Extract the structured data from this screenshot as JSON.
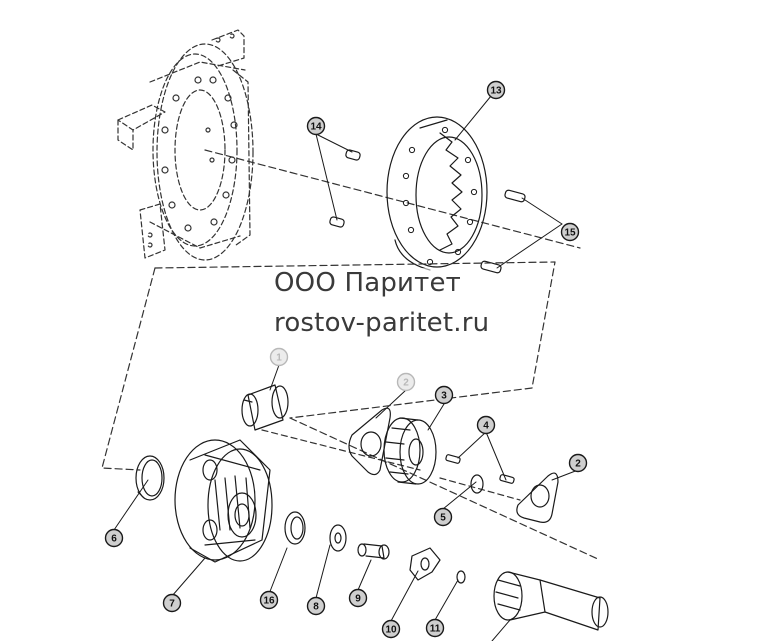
{
  "watermark": {
    "company": "ООО Паритет",
    "site": "rostov-paritet.ru"
  },
  "callouts": [
    {
      "id": "c1",
      "label": "1",
      "faded": true
    },
    {
      "id": "c2a",
      "label": "2",
      "faded": true
    },
    {
      "id": "c2b",
      "label": "2",
      "faded": false
    },
    {
      "id": "c3",
      "label": "3",
      "faded": false
    },
    {
      "id": "c4",
      "label": "4",
      "faded": false
    },
    {
      "id": "c5",
      "label": "5",
      "faded": false
    },
    {
      "id": "c6",
      "label": "6",
      "faded": false
    },
    {
      "id": "c7",
      "label": "7",
      "faded": false
    },
    {
      "id": "c8",
      "label": "8",
      "faded": false
    },
    {
      "id": "c9",
      "label": "9",
      "faded": false
    },
    {
      "id": "c10",
      "label": "10",
      "faded": false
    },
    {
      "id": "c11",
      "label": "11",
      "faded": false
    },
    {
      "id": "c13",
      "label": "13",
      "faded": false
    },
    {
      "id": "c14",
      "label": "14",
      "faded": false
    },
    {
      "id": "c15",
      "label": "15",
      "faded": false
    },
    {
      "id": "c16",
      "label": "16",
      "faded": false
    }
  ],
  "colors": {
    "line": "#1a1a1a",
    "dashed": "#333333",
    "callout_fill": "#cfcfcf",
    "callout_faded": "#b8b8b8",
    "watermark": "#3a3a3a"
  }
}
